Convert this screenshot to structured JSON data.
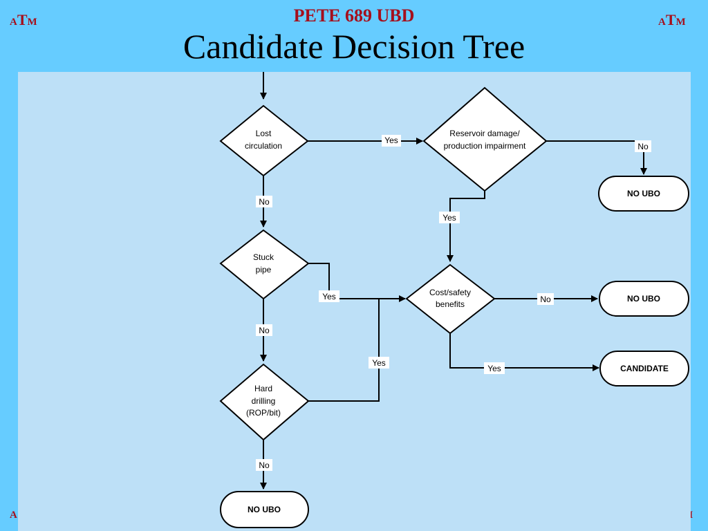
{
  "header": {
    "course_code": "PETE 689 UBD",
    "title": "Candidate Decision Tree",
    "logo": {
      "big": "T",
      "small_left": "A",
      "small_right": "M"
    }
  },
  "nodes": {
    "lost_circulation": [
      "Lost",
      "circulation"
    ],
    "reservoir_damage": [
      "Reservoir damage/",
      "production impairment"
    ],
    "stuck_pipe": [
      "Stuck",
      "pipe"
    ],
    "cost_safety": [
      "Cost/safety",
      "benefits"
    ],
    "hard_drilling": [
      "Hard",
      "drilling",
      "(ROP/bit)"
    ],
    "no_ubo_1": "NO UBO",
    "no_ubo_2": "NO UBO",
    "no_ubo_3": "NO UBO",
    "candidate": "CANDIDATE"
  },
  "edges": {
    "lc_yes": "Yes",
    "lc_no": "No",
    "rd_no": "No",
    "rd_yes": "Yes",
    "sp_yes": "Yes",
    "sp_no": "No",
    "cs_no": "No",
    "cs_yes": "Yes",
    "hd_yes": "Yes",
    "hd_no": "No"
  }
}
